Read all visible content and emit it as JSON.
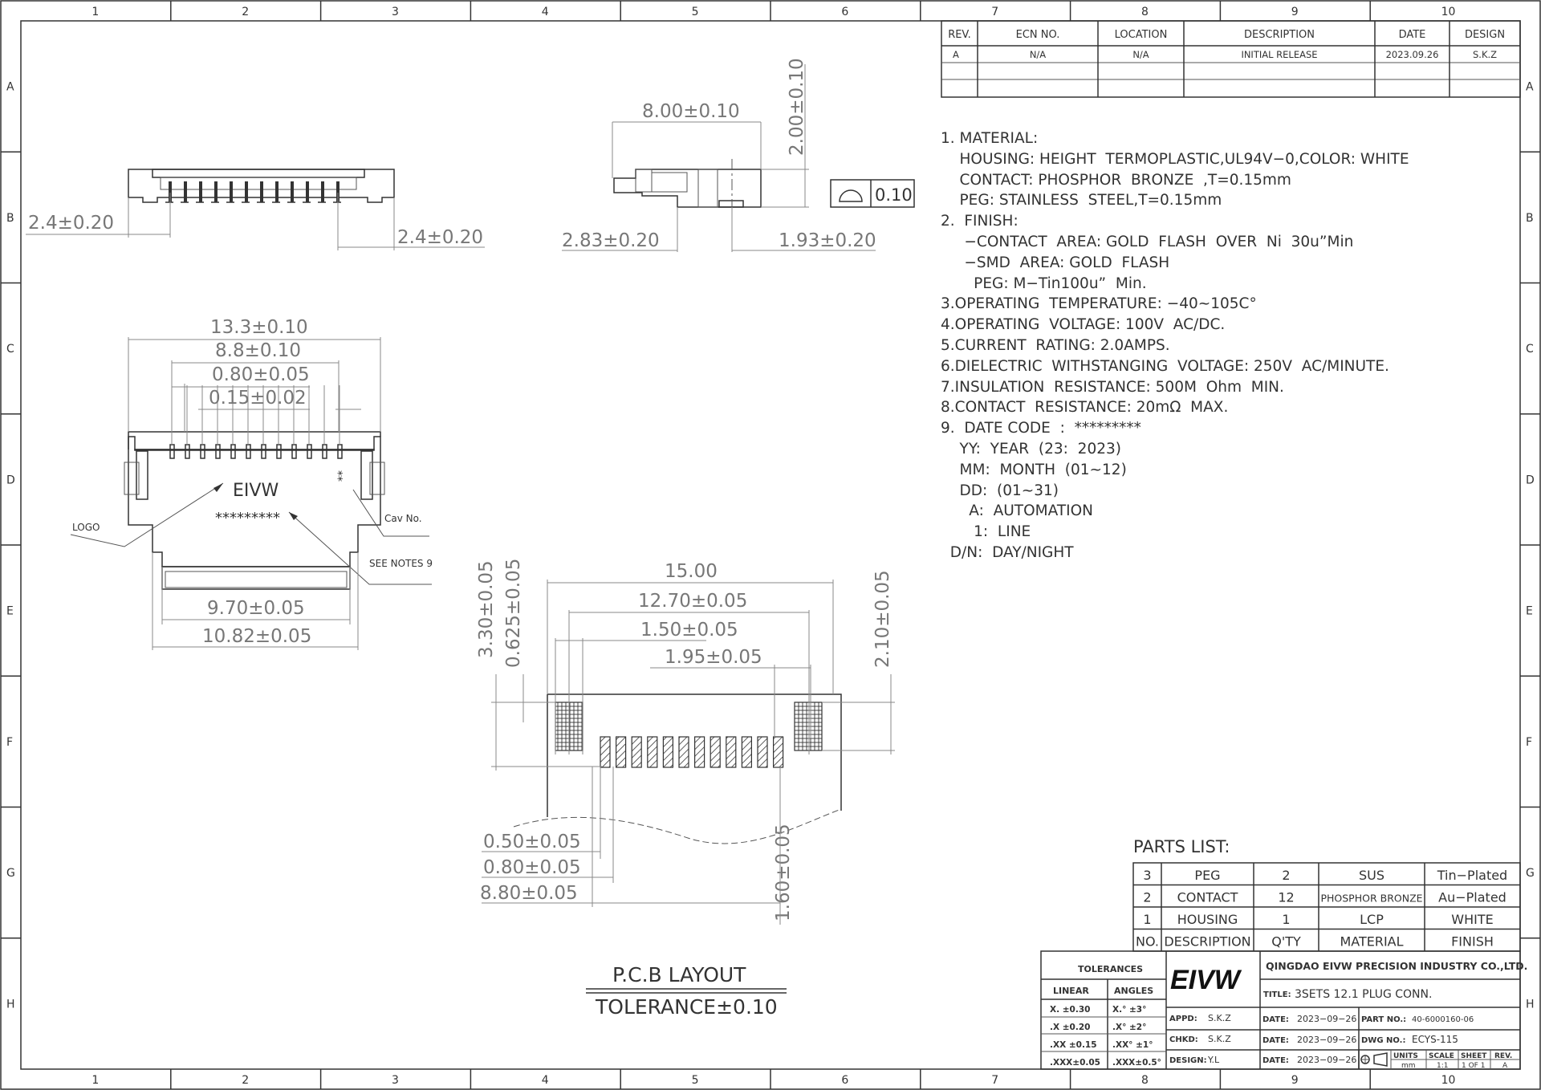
{
  "frame": {
    "column_numbers": [
      "1",
      "2",
      "3",
      "4",
      "5",
      "6",
      "7",
      "8",
      "9",
      "10"
    ],
    "row_letters": [
      "A",
      "B",
      "C",
      "D",
      "E",
      "F",
      "G",
      "H"
    ]
  },
  "revision_table": {
    "headers": [
      "REV.",
      "ECN NO.",
      "LOCATION",
      "DESCRIPTION",
      "DATE",
      "DESIGN"
    ],
    "rows": [
      [
        "A",
        "N/A",
        "N/A",
        "INITIAL RELEASE",
        "2023.09.26",
        "S.K.Z"
      ]
    ]
  },
  "notes": [
    "1. MATERIAL:",
    "    HOUSING: HEIGHT  TERMOPLASTIC,UL94V−0,COLOR: WHITE",
    "    CONTACT: PHOSPHOR  BRONZE  ,T=0.15mm",
    "    PEG: STAINLESS  STEEL,T=0.15mm",
    "2.  FINISH:",
    "     −CONTACT  AREA: GOLD  FLASH  OVER  Ni  30u”Min",
    "     −SMD  AREA: GOLD  FLASH",
    "       PEG: M−Tin100u”  Min.",
    "3.OPERATING  TEMPERATURE: −40~105C°",
    "4.OPERATING  VOLTAGE: 100V  AC/DC.",
    "5.CURRENT  RATING: 2.0AMPS.",
    "6.DIELECTRIC  WITHSTANGING  VOLTAGE: 250V  AC/MINUTE.",
    "7.INSULATION  RESISTANCE: 500M  Ohm  MIN.",
    "8.CONTACT  RESISTANCE: 20mΩ  MAX.",
    "9.  DATE CODE  :  *********",
    "    YY:  YEAR  (23:  2023)",
    "    MM:  MONTH  (01~12)",
    "    DD:  (01~31)",
    "      A:  AUTOMATION",
    "       1:  LINE",
    "  D/N:  DAY/NIGHT"
  ],
  "front_view": {
    "dim_left": "2.4±0.20",
    "dim_right": "2.4±0.20"
  },
  "side_view": {
    "dim_width": "8.00±0.10",
    "dim_height": "2.00±0.10",
    "dim_left": "2.83±0.20",
    "dim_right": "1.93±0.20",
    "flatness": "0.10"
  },
  "top_view": {
    "dims": [
      "13.3±0.10",
      "8.8±0.10",
      "0.80±0.05",
      "0.15±0.02",
      "9.70±0.05",
      "10.82±0.05"
    ],
    "logo_text": "EIVW",
    "date_code": "*********",
    "cav_mark": "**",
    "labels": {
      "logo": "LOGO",
      "cav": "Cav No.",
      "see_notes": "SEE NOTES 9"
    }
  },
  "pcb_layout": {
    "dims_top": [
      "15.00",
      "12.70±0.05",
      "1.50±0.05",
      "1.95±0.05"
    ],
    "dims_vert": [
      "3.30±0.05",
      "0.625±0.05",
      "2.10±0.05",
      "1.60±0.05"
    ],
    "dims_bottom": [
      "0.50±0.05",
      "0.80±0.05",
      "8.80±0.05"
    ],
    "title": "P.C.B LAYOUT",
    "tolerance": "TOLERANCE±0.10"
  },
  "parts_list": {
    "title": "PARTS LIST:",
    "rows": [
      [
        "3",
        "PEG",
        "2",
        "SUS",
        "Tin−Plated"
      ],
      [
        "2",
        "CONTACT",
        "12",
        "PHOSPHOR BRONZE",
        "Au−Plated"
      ],
      [
        "1",
        "HOUSING",
        "1",
        "LCP",
        "WHITE"
      ]
    ],
    "header": [
      "NO.",
      "DESCRIPTION",
      "Q'TY",
      "MATERIAL",
      "FINISH"
    ]
  },
  "title_block": {
    "tolerances_label": "TOLERANCES",
    "linear_label": "LINEAR",
    "angles_label": "ANGLES",
    "linear": [
      "X.  ±0.30",
      ".X  ±0.20",
      ".XX ±0.15",
      ".XXX±0.05"
    ],
    "angles": [
      "X.°  ±3°",
      ".X°  ±2°",
      ".XX° ±1°",
      ".XXX±0.5°"
    ],
    "logo": "EIVW",
    "company": "QINGDAO EIVW PRECISION INDUSTRY CO.,LTD.",
    "title_label": "TITLE:",
    "title": "3SETS 12.1 PLUG CONN.",
    "appd_label": "APPD:",
    "appd": "S.K.Z",
    "chkd_label": "CHKD:",
    "chkd": "S.K.Z",
    "design_label": "DESIGN:",
    "design": "Y.L",
    "date_label": "DATE:",
    "dates": [
      "2023−09−26",
      "2023−09−26",
      "2023−09−26"
    ],
    "part_no_label": "PART NO.:",
    "part_no": "40-6000160-06",
    "dwg_no_label": "DWG NO.:",
    "dwg_no": "ECYS-115",
    "units_label": "UNITS",
    "units": "mm",
    "scale_label": "SCALE",
    "scale": "1:1",
    "sheet_label": "SHEET",
    "sheet": "1 OF 1",
    "rev_label": "REV.",
    "rev": "A"
  }
}
